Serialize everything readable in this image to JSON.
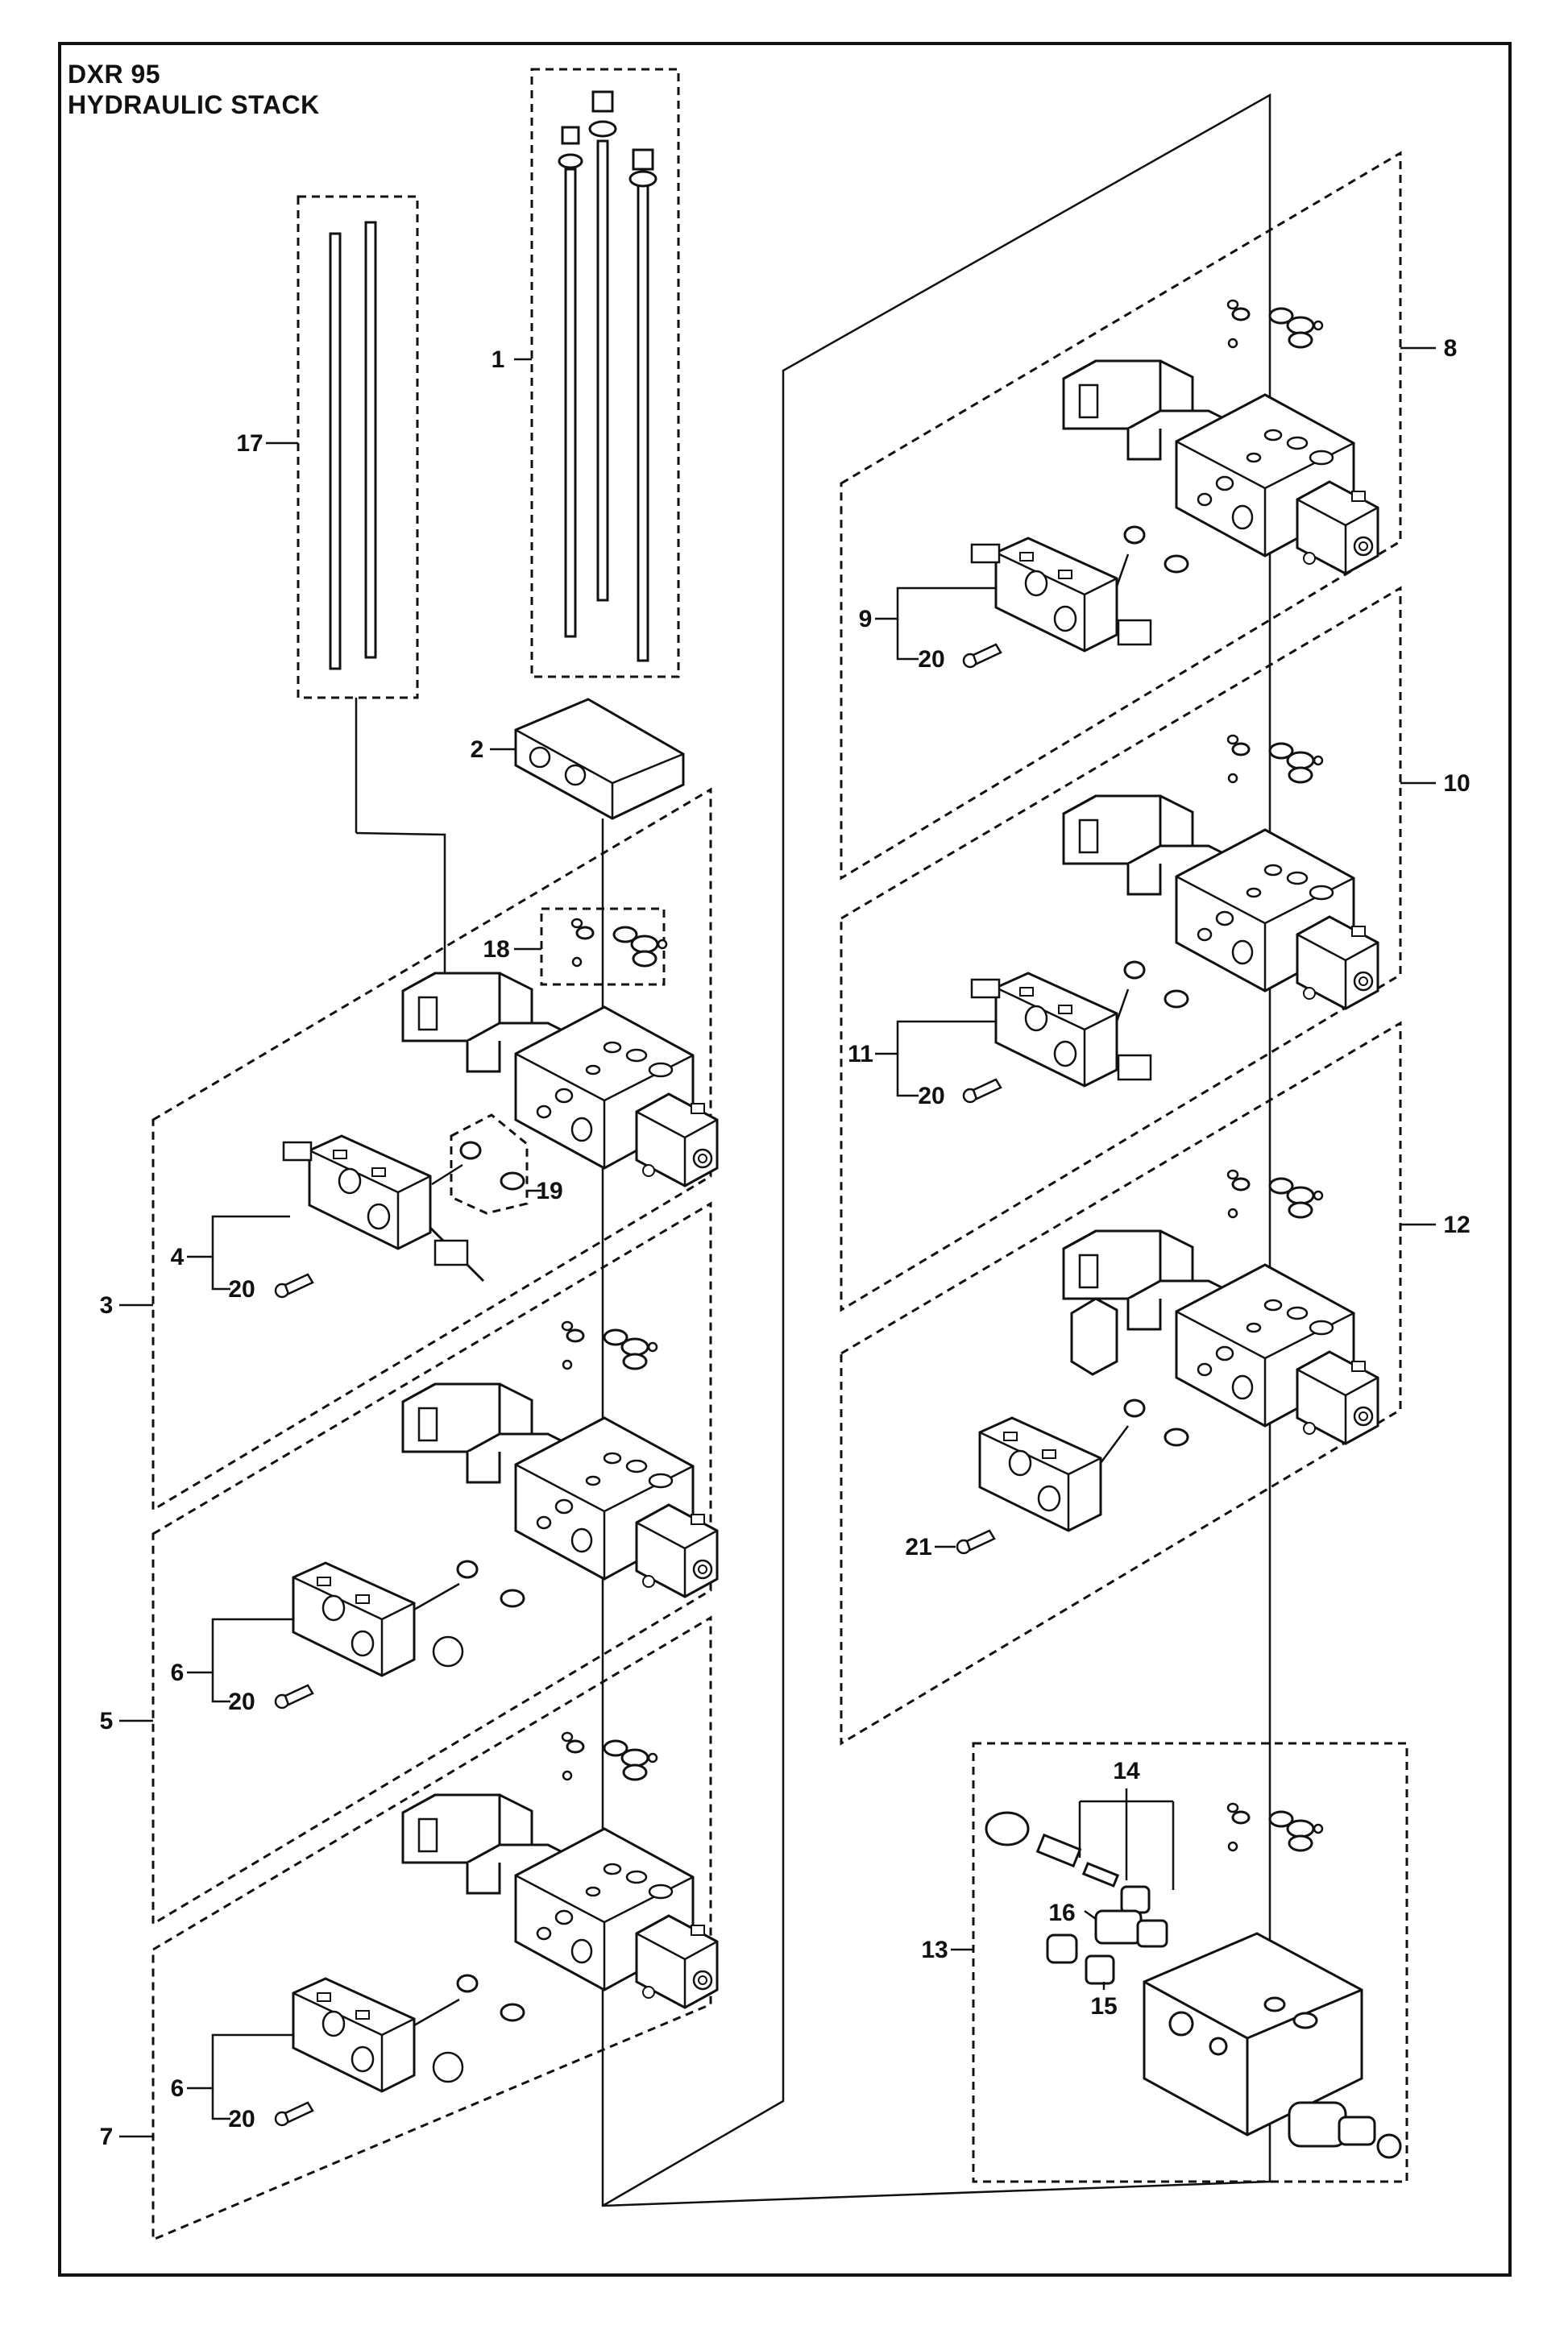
{
  "header": {
    "model": "DXR 95",
    "title": "HYDRAULIC STACK"
  },
  "callouts": [
    {
      "id": "c1",
      "label": "1"
    },
    {
      "id": "c2",
      "label": "2"
    },
    {
      "id": "c3",
      "label": "3"
    },
    {
      "id": "c4",
      "label": "4"
    },
    {
      "id": "c5",
      "label": "5"
    },
    {
      "id": "c6a",
      "label": "6"
    },
    {
      "id": "c6b",
      "label": "6"
    },
    {
      "id": "c7",
      "label": "7"
    },
    {
      "id": "c8",
      "label": "8"
    },
    {
      "id": "c9",
      "label": "9"
    },
    {
      "id": "c10",
      "label": "10"
    },
    {
      "id": "c11",
      "label": "11"
    },
    {
      "id": "c12",
      "label": "12"
    },
    {
      "id": "c13",
      "label": "13"
    },
    {
      "id": "c14",
      "label": "14"
    },
    {
      "id": "c15",
      "label": "15"
    },
    {
      "id": "c16",
      "label": "16"
    },
    {
      "id": "c17",
      "label": "17"
    },
    {
      "id": "c18",
      "label": "18"
    },
    {
      "id": "c19",
      "label": "19"
    },
    {
      "id": "c20a",
      "label": "20"
    },
    {
      "id": "c20b",
      "label": "20"
    },
    {
      "id": "c20c",
      "label": "20"
    },
    {
      "id": "c20d",
      "label": "20"
    },
    {
      "id": "c20e",
      "label": "20"
    },
    {
      "id": "c21",
      "label": "21"
    }
  ]
}
